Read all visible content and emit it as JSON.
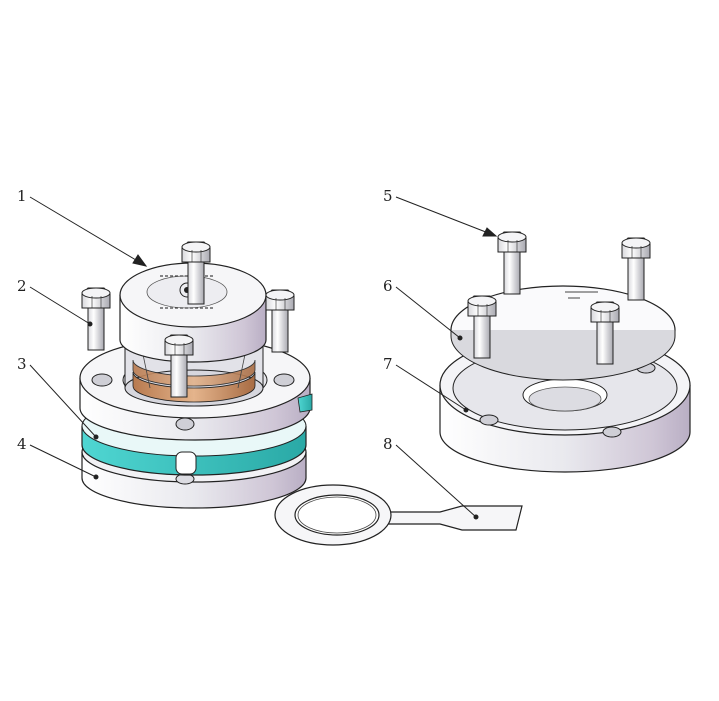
{
  "callouts": [
    {
      "id": "1",
      "text": "1"
    },
    {
      "id": "2",
      "text": "2"
    },
    {
      "id": "3",
      "text": "3"
    },
    {
      "id": "4",
      "text": "4"
    },
    {
      "id": "5",
      "text": "5"
    },
    {
      "id": "6",
      "text": "6"
    },
    {
      "id": "7",
      "text": "7"
    },
    {
      "id": "8",
      "text": "8"
    }
  ],
  "colors": {
    "metal_light": "#f4f4f6",
    "metal_mid": "#d9d9de",
    "metal_dark": "#a8a8b0",
    "gasket_teal": "#34c8c4",
    "copper_ring": "#c9946a",
    "line": "#222222",
    "accent_pink": "#d8b4d0"
  }
}
